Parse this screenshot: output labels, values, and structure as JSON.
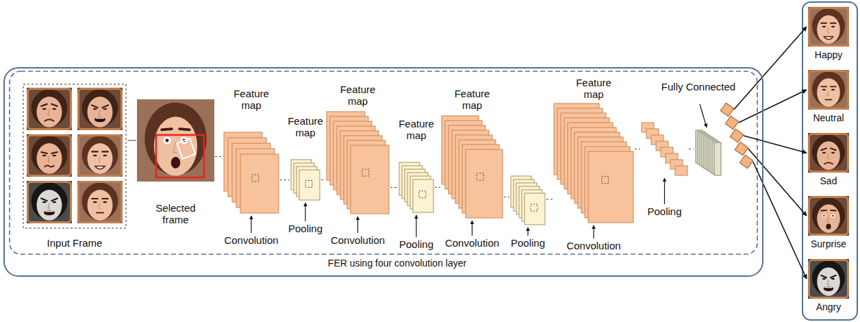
{
  "diagram": {
    "nodes": [
      {
        "text": [
          "FER using four convolution layer"
        ]
      },
      {
        "text": [
          "Input Frame"
        ],
        "in": 0
      },
      {
        "text": [
          "Selected frame"
        ],
        "in": 0
      },
      {
        "text": [
          "Feature map",
          "Convolution"
        ],
        "in": 0
      },
      {
        "text": [
          "Feature map",
          "Pooling"
        ],
        "in": 0
      },
      {
        "text": [
          "Feature map",
          "Convolution"
        ],
        "in": 0
      },
      {
        "text": [
          "Feature map",
          "Pooling"
        ],
        "in": 0
      },
      {
        "text": [
          "Feature map",
          "Convolution"
        ],
        "in": 0
      },
      {
        "text": [
          "Pooling"
        ],
        "in": 0
      },
      {
        "text": [
          "Feature map",
          "Convolution"
        ],
        "in": 0
      },
      {
        "text": [
          "Pooling"
        ],
        "in": 0
      },
      {
        "text": [
          "Fully Connected"
        ],
        "in": 0
      },
      {
        "text": [
          "Happy"
        ]
      },
      {
        "text": [
          "Neutral"
        ]
      },
      {
        "text": [
          "Sad"
        ]
      },
      {
        "text": [
          "Surprise"
        ]
      },
      {
        "text": [
          "Angry"
        ]
      }
    ],
    "edges": [
      {
        "from": 1,
        "to": 2,
        "arrow": "none"
      },
      {
        "from": 2,
        "to": 3,
        "arrow": "none"
      },
      {
        "from": 3,
        "to": 4,
        "arrow": "none"
      },
      {
        "from": 4,
        "to": 5,
        "arrow": "none"
      },
      {
        "from": 5,
        "to": 6,
        "arrow": "none"
      },
      {
        "from": 6,
        "to": 7,
        "arrow": "none"
      },
      {
        "from": 7,
        "to": 8,
        "arrow": "none"
      },
      {
        "from": 8,
        "to": 9,
        "arrow": "none"
      },
      {
        "from": 9,
        "to": 10,
        "arrow": "none"
      },
      {
        "from": 10,
        "to": 11,
        "arrow": "none"
      },
      {
        "from": 11,
        "to": 12,
        "arrow": "to"
      },
      {
        "from": 11,
        "to": 13,
        "arrow": "to"
      },
      {
        "from": 11,
        "to": 14,
        "arrow": "to"
      },
      {
        "from": 11,
        "to": 15,
        "arrow": "to"
      },
      {
        "from": 11,
        "to": 16,
        "arrow": "to"
      }
    ]
  }
}
